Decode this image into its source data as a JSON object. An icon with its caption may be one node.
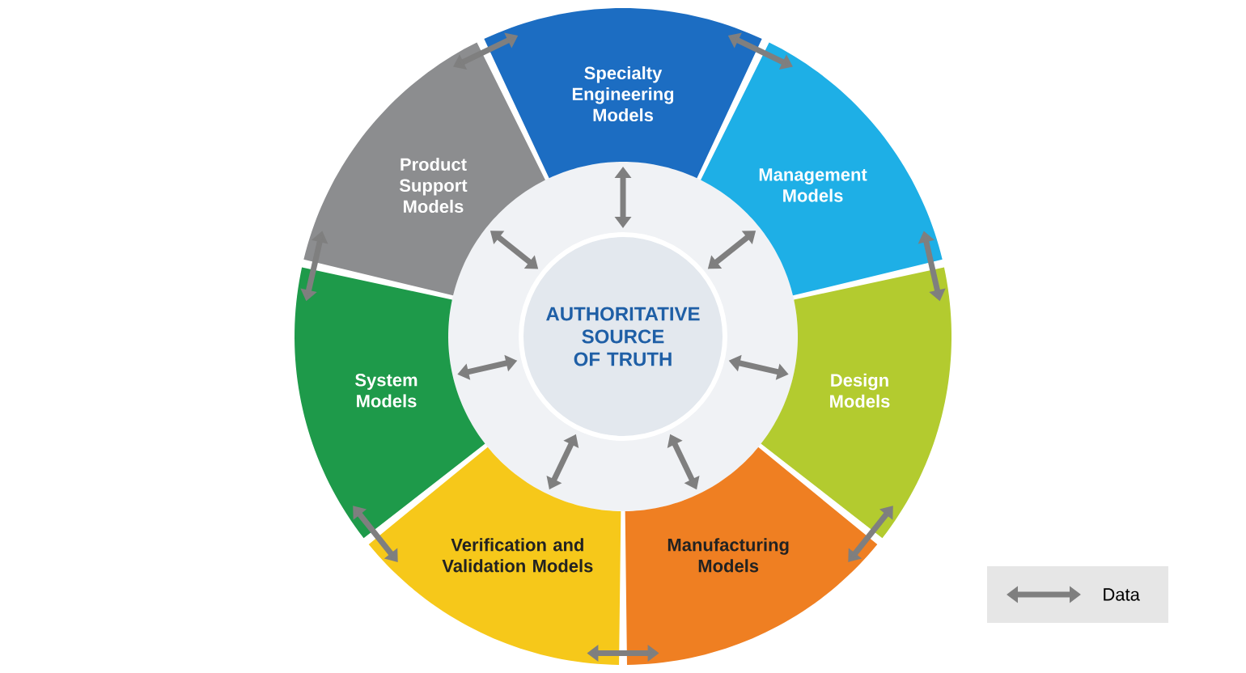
{
  "diagram": {
    "nodes": [
      {
        "text": [
          "AUTHORITATIVE SOURCE OF TRUTH"
        ]
      },
      {
        "text": [
          "Specialty Engineering Models"
        ]
      },
      {
        "text": [
          "Management Models"
        ]
      },
      {
        "text": [
          "Design Models"
        ]
      },
      {
        "text": [
          "Manufacturing Models"
        ]
      },
      {
        "text": [
          "Verification and Validation Models"
        ]
      },
      {
        "text": [
          "System Models"
        ]
      },
      {
        "text": [
          "Product Support Models"
        ]
      }
    ],
    "edges": [
      {
        "from": 0,
        "to": 1,
        "arrow": "both"
      },
      {
        "from": 0,
        "to": 2,
        "arrow": "both"
      },
      {
        "from": 0,
        "to": 3,
        "arrow": "both"
      },
      {
        "from": 0,
        "to": 4,
        "arrow": "both"
      },
      {
        "from": 0,
        "to": 5,
        "arrow": "both"
      },
      {
        "from": 0,
        "to": 6,
        "arrow": "both"
      },
      {
        "from": 0,
        "to": 7,
        "arrow": "both"
      },
      {
        "from": 1,
        "to": 2,
        "arrow": "both"
      },
      {
        "from": 2,
        "to": 3,
        "arrow": "both"
      },
      {
        "from": 3,
        "to": 4,
        "arrow": "both"
      },
      {
        "from": 4,
        "to": 5,
        "arrow": "both"
      },
      {
        "from": 5,
        "to": 6,
        "arrow": "both"
      },
      {
        "from": 6,
        "to": 7,
        "arrow": "both"
      },
      {
        "from": 7,
        "to": 1,
        "arrow": "both"
      }
    ],
    "legend": [
      {
        "text": "Data"
      }
    ]
  }
}
